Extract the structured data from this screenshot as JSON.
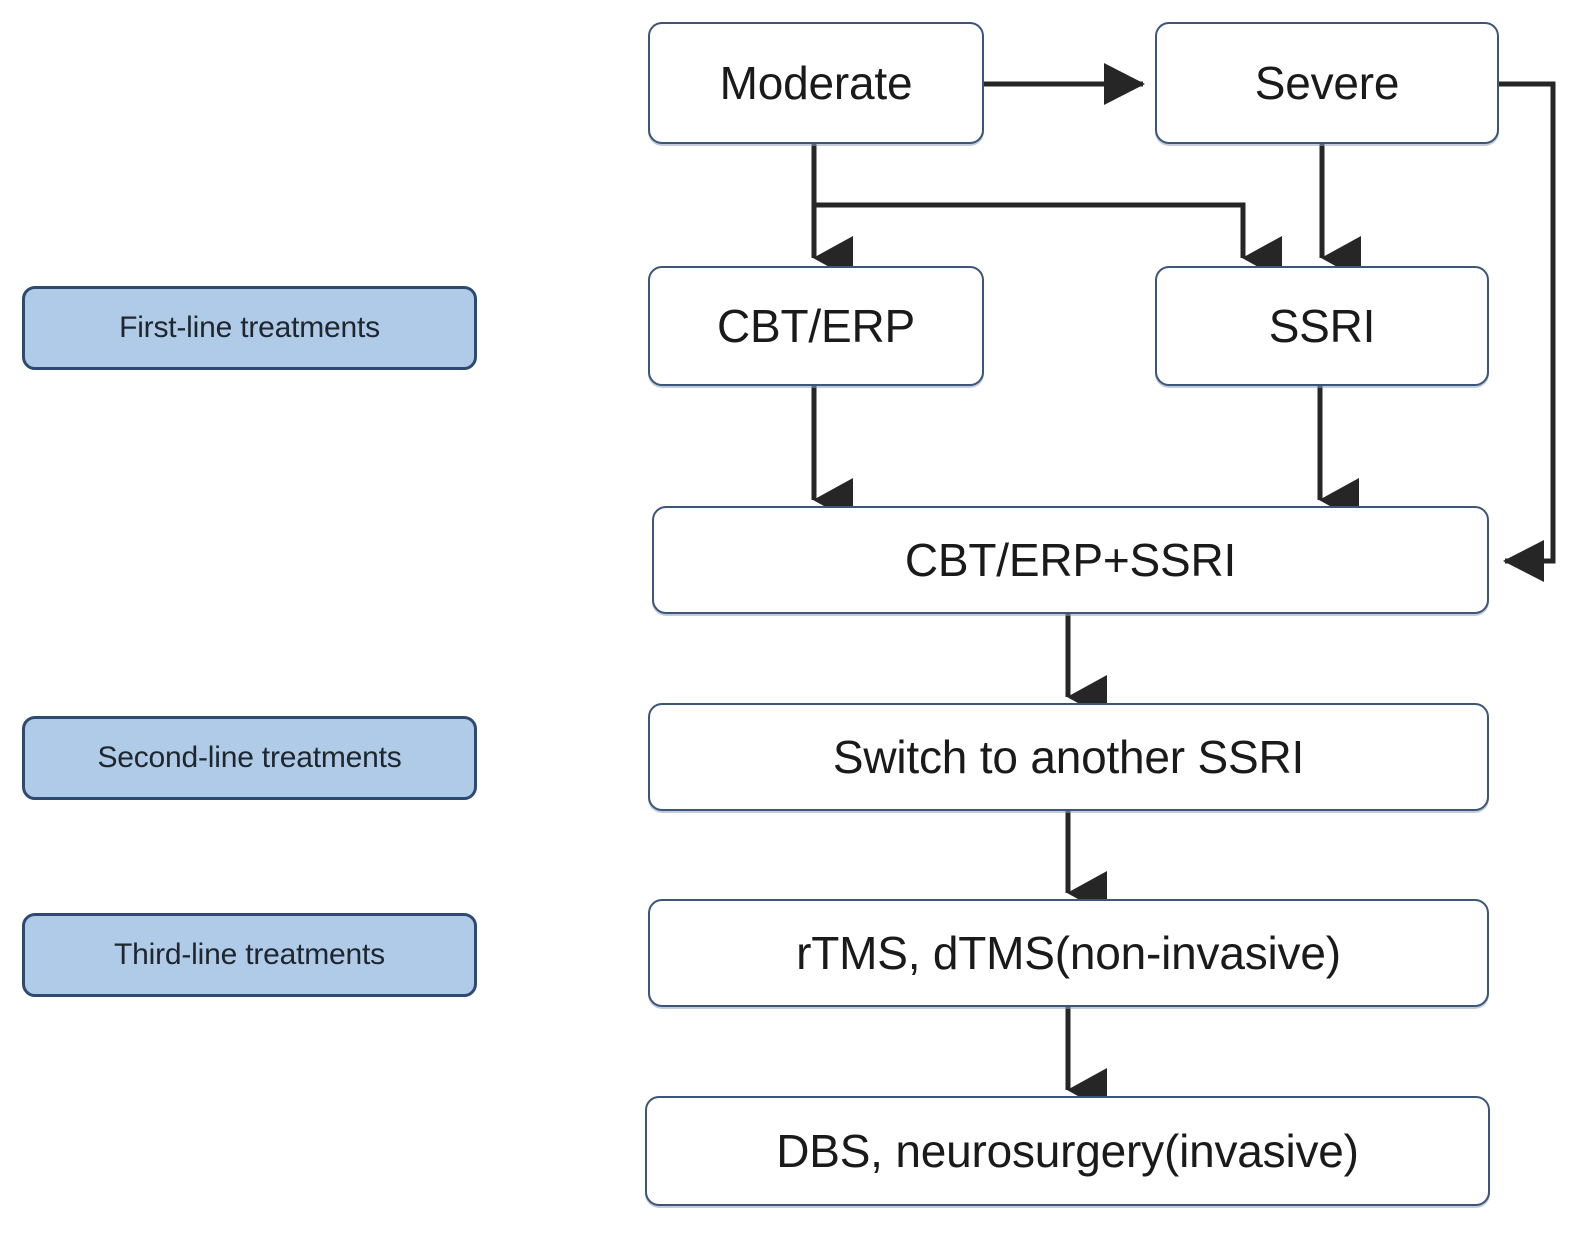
{
  "diagram": {
    "title": "OCD treatment algorithm flowchart",
    "colors": {
      "legend_fill": "#AFCBE8",
      "legend_border": "#2E4A71",
      "node_border": "#3C5578",
      "node_fill": "#FFFFFF",
      "edge": "#262626"
    }
  },
  "legend": {
    "items": [
      {
        "id": "first-line",
        "label": "First-line treatments"
      },
      {
        "id": "second-line",
        "label": "Second-line treatments"
      },
      {
        "id": "third-line",
        "label": "Third-line treatments"
      }
    ]
  },
  "nodes": [
    {
      "id": "moderate",
      "label": "Moderate"
    },
    {
      "id": "severe",
      "label": "Severe"
    },
    {
      "id": "cbt-erp",
      "label": "CBT/ERP"
    },
    {
      "id": "ssri",
      "label": "SSRI"
    },
    {
      "id": "cbt-erp-plus-ssri",
      "label": "CBT/ERP+SSRI"
    },
    {
      "id": "switch-ssri",
      "label": "Switch to another SSRI"
    },
    {
      "id": "tms",
      "label": "rTMS, dTMS(non-invasive)"
    },
    {
      "id": "dbs",
      "label": "DBS, neurosurgery(invasive)"
    }
  ],
  "edges": [
    {
      "from": "moderate",
      "to": "severe",
      "type": "arrow-right"
    },
    {
      "from": "moderate",
      "to": "cbt-erp",
      "type": "arrow-down"
    },
    {
      "from": "moderate",
      "to": "ssri",
      "type": "elbow-down-right"
    },
    {
      "from": "severe",
      "to": "ssri",
      "type": "arrow-down"
    },
    {
      "from": "severe",
      "to": "cbt-erp-plus-ssri",
      "type": "elbow-right-down-left"
    },
    {
      "from": "cbt-erp",
      "to": "cbt-erp-plus-ssri",
      "type": "arrow-down"
    },
    {
      "from": "ssri",
      "to": "cbt-erp-plus-ssri",
      "type": "arrow-down"
    },
    {
      "from": "cbt-erp-plus-ssri",
      "to": "switch-ssri",
      "type": "arrow-down"
    },
    {
      "from": "switch-ssri",
      "to": "tms",
      "type": "arrow-down"
    },
    {
      "from": "tms",
      "to": "dbs",
      "type": "arrow-down"
    }
  ]
}
